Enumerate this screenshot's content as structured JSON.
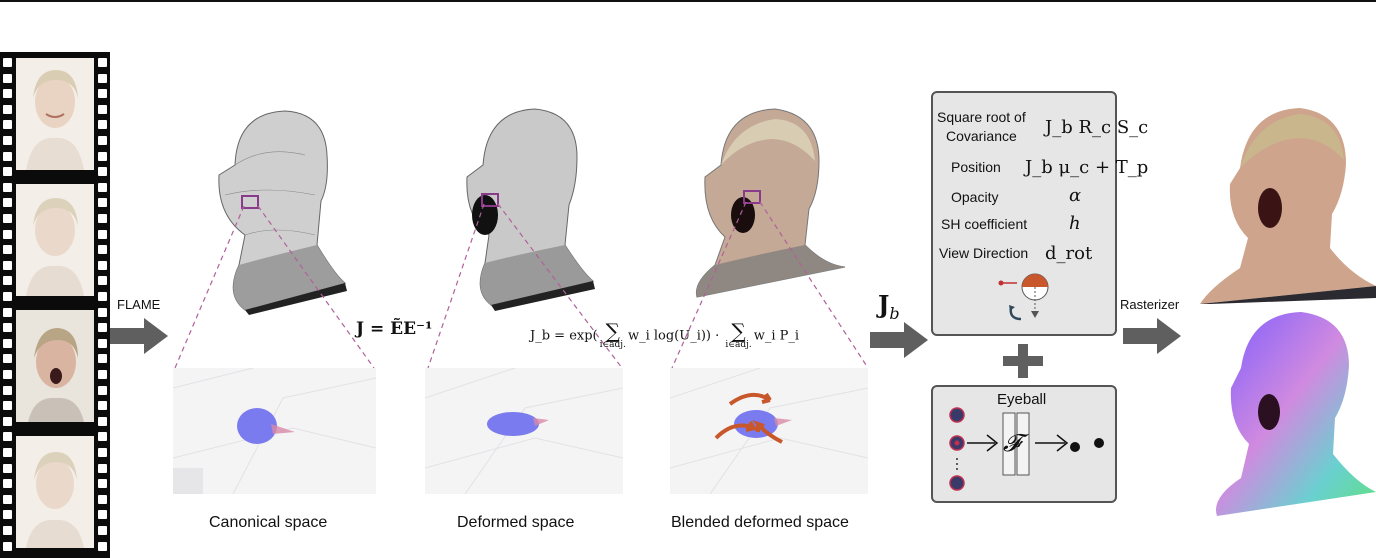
{
  "equations": {
    "jacobian": "J = ẼE⁻¹",
    "blended_prefix": "J_b = exp(",
    "blended_sum1_body": "w_i log(U_i))",
    "blended_sum_sub": "i∈adj.",
    "blended_sum2_body": "w_i P_i",
    "jb_symbol": "J",
    "jb_subscript": "b"
  },
  "arrows": {
    "flame": "FLAME",
    "rasterizer": "Rasterizer"
  },
  "captions": {
    "canonical": "Canonical space",
    "deformed": "Deformed space",
    "blended": "Blended deformed space"
  },
  "attributes_panel": {
    "rows": [
      {
        "label_line1": "Square root of",
        "label_line2": "Covariance",
        "math": "J_b R_c S_c"
      },
      {
        "label": "Position",
        "math": "J_b μ_c + T_p"
      },
      {
        "label": "Opacity",
        "math": "α"
      },
      {
        "label": "SH coefficient",
        "math": "h"
      },
      {
        "label": "View Direction",
        "math": "d_rot"
      }
    ]
  },
  "eyeball_panel": {
    "title": "Eyeball",
    "network_symbol": "𝓕"
  },
  "colors": {
    "panel_bg": "#e6e6e6",
    "arrow_gray": "#5f5f5f",
    "gaussian_blue": "#6e6ef0",
    "rotation_orange": "#c8582c",
    "highlight_box": "#8a3a8a"
  }
}
